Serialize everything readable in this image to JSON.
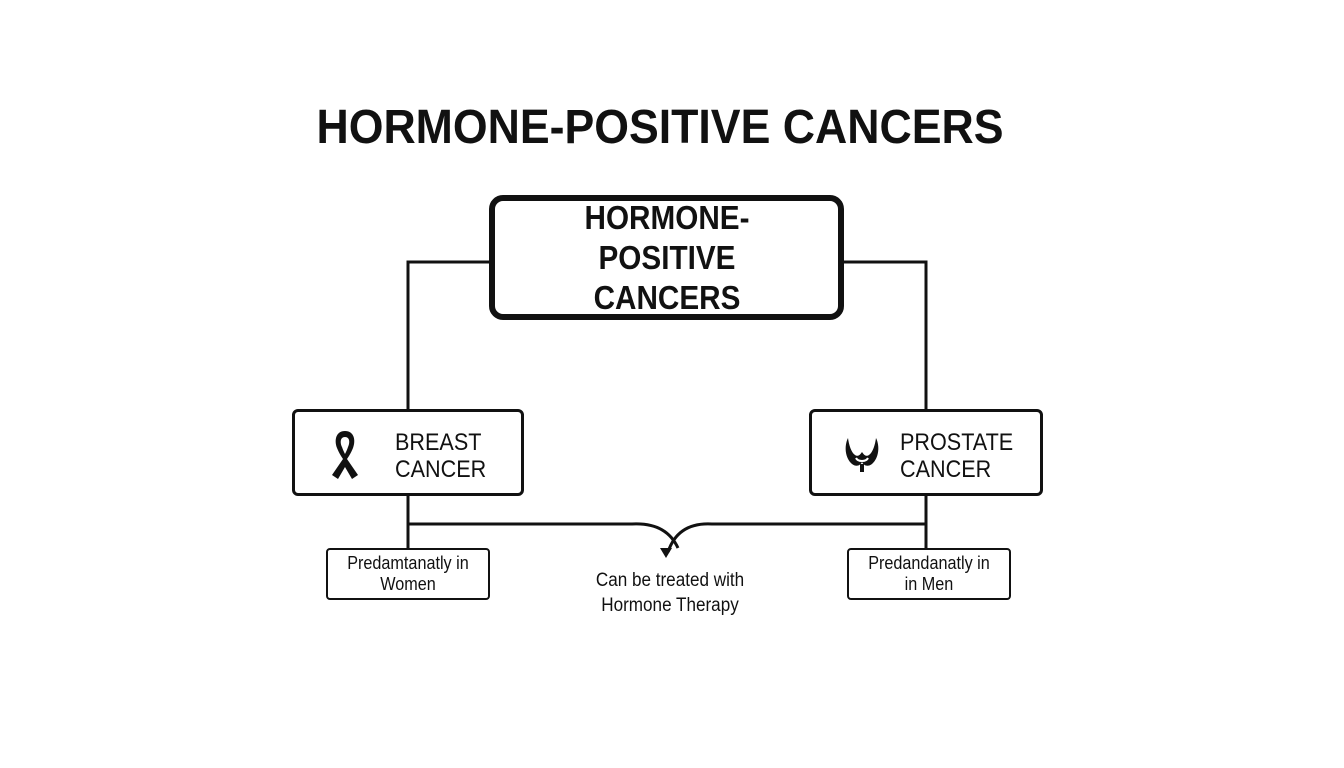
{
  "title": "HORMONE-POSITIVE CANCERS",
  "root": {
    "line1": "HORMONE-POSITIVE",
    "line2": "CANCERS"
  },
  "categories": [
    {
      "line1": "BREAST",
      "line2": "CANCER",
      "icon": "awareness-ribbon-icon",
      "note_line1": "Predamtanatly in",
      "note_line2": "Women"
    },
    {
      "line1": "PROSTATE",
      "line2": "CANCER",
      "icon": "prostate-organ-icon",
      "note_line1": "Predandanatly in",
      "note_line2": "in Men"
    }
  ],
  "shared_note": {
    "line1": "Can be treated with",
    "line2": "Hormone Therapy"
  },
  "colors": {
    "ink": "#111111",
    "background": "#ffffff"
  }
}
